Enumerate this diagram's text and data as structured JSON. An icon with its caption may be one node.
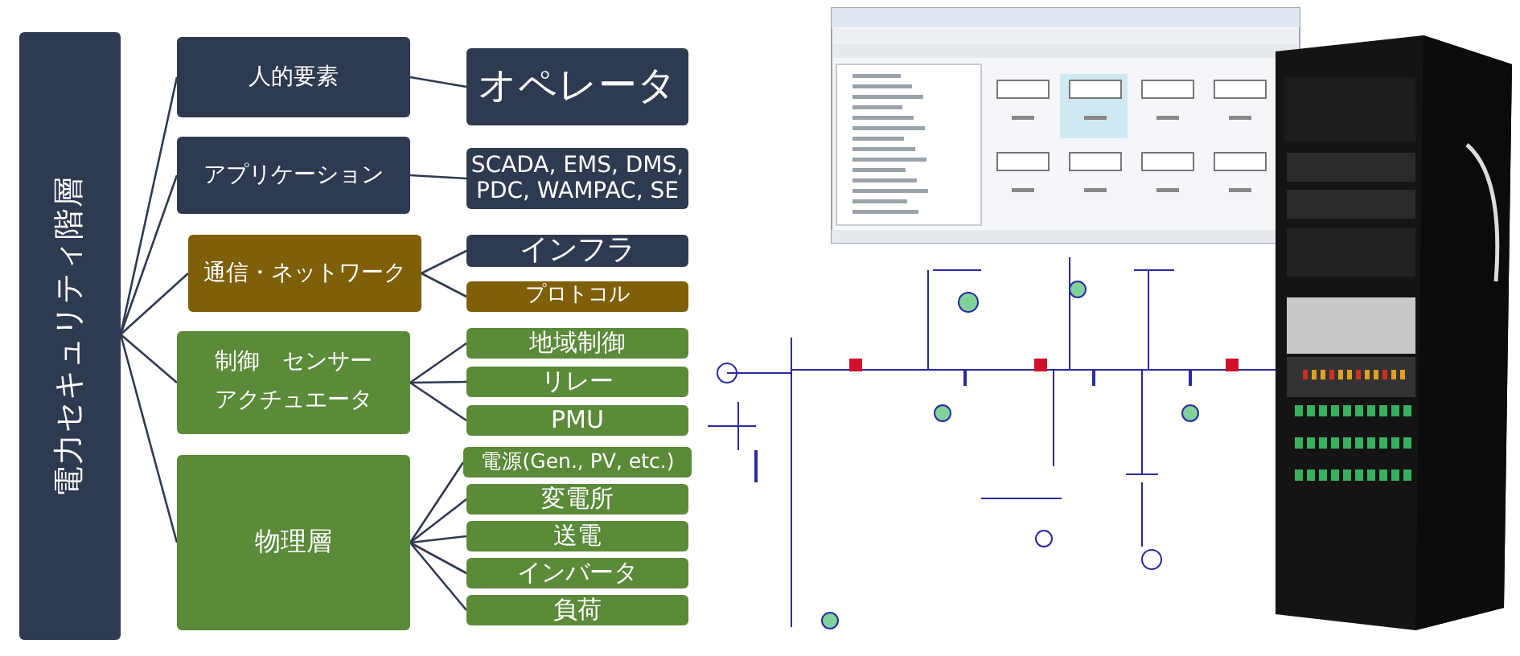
{
  "diagram": {
    "nodes": [
      {
        "text": [
          "電力セキュリティ階層"
        ]
      },
      {
        "text": [
          "人的要素"
        ]
      },
      {
        "text": [
          "アプリケーション"
        ]
      },
      {
        "text": [
          "通信・ネットワーク"
        ]
      },
      {
        "text": [
          "制御　センサーアクチュエータ"
        ]
      },
      {
        "text": [
          "物理層"
        ]
      },
      {
        "text": [
          "オペレータ"
        ]
      },
      {
        "text": [
          "SCADA, EMS, DMS, PDC, WAMPAC, SE"
        ]
      },
      {
        "text": [
          "インフラ"
        ]
      },
      {
        "text": [
          "プロトコル"
        ]
      },
      {
        "text": [
          "地域制御"
        ]
      },
      {
        "text": [
          "リレー"
        ]
      },
      {
        "text": [
          "PMU"
        ]
      },
      {
        "text": [
          "電源(Gen., PV, etc.)"
        ]
      },
      {
        "text": [
          "変電所"
        ]
      },
      {
        "text": [
          "送電"
        ]
      },
      {
        "text": [
          "インバータ"
        ]
      },
      {
        "text": [
          "負荷"
        ]
      }
    ],
    "edges": [
      {
        "from": 0,
        "to": 1,
        "arrow": "none"
      },
      {
        "from": 0,
        "to": 2,
        "arrow": "none"
      },
      {
        "from": 0,
        "to": 3,
        "arrow": "none"
      },
      {
        "from": 0,
        "to": 4,
        "arrow": "none"
      },
      {
        "from": 0,
        "to": 5,
        "arrow": "none"
      },
      {
        "from": 1,
        "to": 6,
        "arrow": "none"
      },
      {
        "from": 2,
        "to": 7,
        "arrow": "none"
      },
      {
        "from": 3,
        "to": 8,
        "arrow": "none"
      },
      {
        "from": 3,
        "to": 9,
        "arrow": "none"
      },
      {
        "from": 4,
        "to": 10,
        "arrow": "none"
      },
      {
        "from": 4,
        "to": 11,
        "arrow": "none"
      },
      {
        "from": 4,
        "to": 12,
        "arrow": "none"
      },
      {
        "from": 5,
        "to": 13,
        "arrow": "none"
      },
      {
        "from": 5,
        "to": 14,
        "arrow": "none"
      },
      {
        "from": 5,
        "to": 15,
        "arrow": "none"
      },
      {
        "from": 5,
        "to": 16,
        "arrow": "none"
      },
      {
        "from": 5,
        "to": 17,
        "arrow": "none"
      }
    ]
  }
}
